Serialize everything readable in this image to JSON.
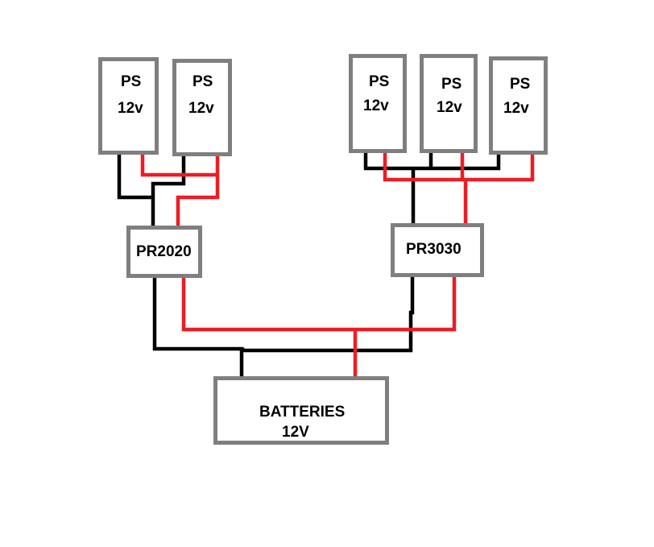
{
  "diagram": {
    "colors": {
      "box_border": "#7f7f7f",
      "negative_wire": "#000000",
      "positive_wire": "#ed1c24"
    },
    "power_supplies": [
      {
        "id": "ps1",
        "line1": "PS",
        "line2": "12v",
        "group": "left"
      },
      {
        "id": "ps2",
        "line1": "PS",
        "line2": "12v",
        "group": "left"
      },
      {
        "id": "ps3",
        "line1": "PS",
        "line2": "12v",
        "group": "right"
      },
      {
        "id": "ps4",
        "line1": "PS",
        "line2": "12v",
        "group": "right"
      },
      {
        "id": "ps5",
        "line1": "PS",
        "line2": "12v",
        "group": "right"
      }
    ],
    "regulators": [
      {
        "id": "pr2020",
        "label": "PR2020",
        "inputs": [
          "ps1",
          "ps2"
        ]
      },
      {
        "id": "pr3030",
        "label": "PR3030",
        "inputs": [
          "ps3",
          "ps4",
          "ps5"
        ]
      }
    ],
    "battery": {
      "line1": "BATTERIES",
      "line2": "12V",
      "inputs": [
        "pr2020",
        "pr3030"
      ]
    }
  }
}
